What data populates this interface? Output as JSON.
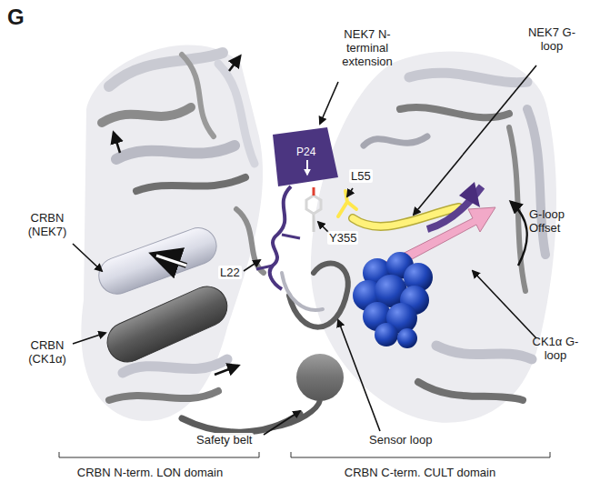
{
  "diagram": {
    "labels": [
      "G",
      "NEK7 N-terminal extension",
      "P24",
      "L55",
      "NEK7 G-loop",
      "G-loop Offset",
      "CRBN (NEK7)",
      "CRBN (CK1α)",
      "L22",
      "Y355",
      "CK1α G-loop",
      "Safety belt",
      "Sensor loop",
      "CRBN N-term. LON domain",
      "CRBN C-term. CULT domain"
    ]
  }
}
